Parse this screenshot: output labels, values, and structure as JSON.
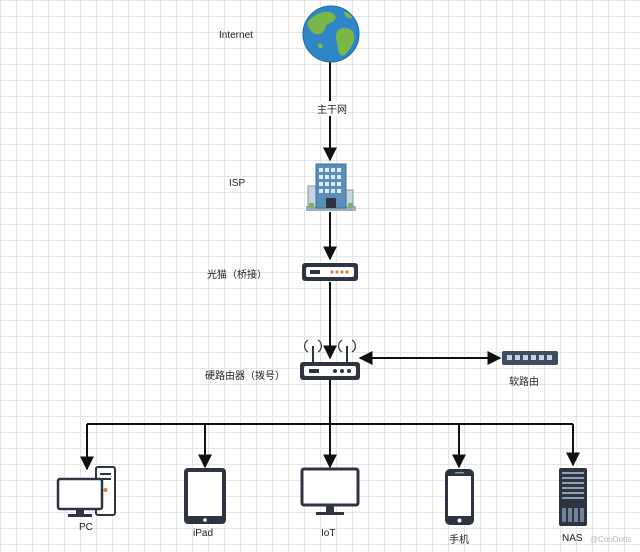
{
  "nodes": {
    "internet": {
      "label": "Internet"
    },
    "backbone": {
      "label": "主干网"
    },
    "isp": {
      "label": "ISP"
    },
    "modem": {
      "label": "光猫（桥接）"
    },
    "hard_router": {
      "label": "硬路由器（拨号）"
    },
    "soft_router": {
      "label": "软路由"
    },
    "devices": [
      {
        "id": "pc",
        "label": "PC"
      },
      {
        "id": "ipad",
        "label": "iPad"
      },
      {
        "id": "iot",
        "label": "IoT"
      },
      {
        "id": "phone",
        "label": "手机"
      },
      {
        "id": "nas",
        "label": "NAS"
      }
    ]
  },
  "watermark": "@CooDotts",
  "colors": {
    "line": "#111111",
    "grid": "#e6e6e6",
    "globe_ocean": "#2e86c9",
    "globe_land": "#7ab648",
    "device_dark": "#2f3441",
    "screen": "#ffffff"
  }
}
